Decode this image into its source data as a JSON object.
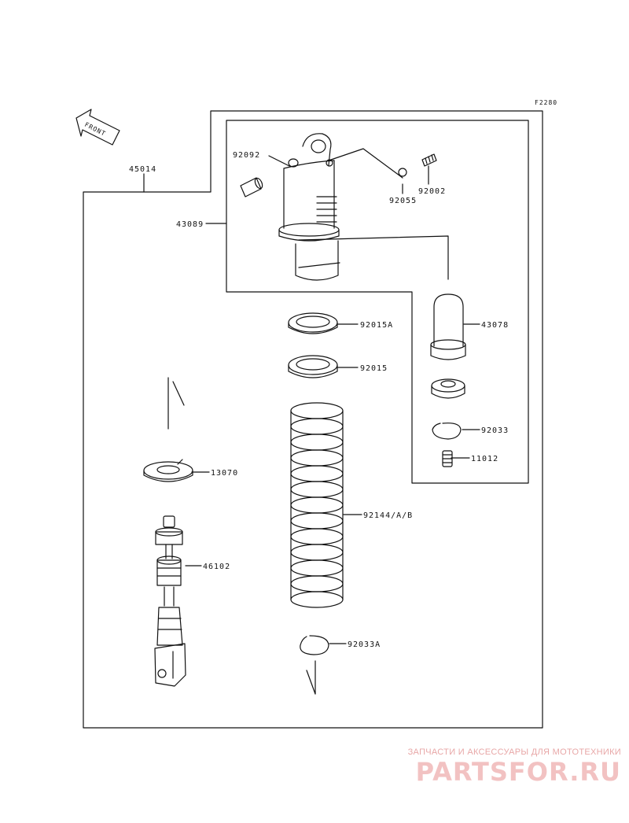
{
  "figure_code": "F2280",
  "front_label": "FRONT",
  "part_labels": {
    "p45014": "45014",
    "p43089": "43089",
    "p92092": "92092",
    "p92055": "92055",
    "p92002": "92002",
    "p92015a": "92015A",
    "p92015": "92015",
    "p43078": "43078",
    "p92033": "92033",
    "p11012": "11012",
    "p13070": "13070",
    "p92144": "92144/A/B",
    "p46102": "46102",
    "p92033a": "92033A"
  },
  "watermark": {
    "tagline": "ЗАПЧАСТИ И АКСЕССУАРЫ ДЛЯ МОТОТЕХНИКИ",
    "logo": "PARTSFOR.RU"
  },
  "colors": {
    "line": "#111111",
    "watermark": "#f2c2c2"
  }
}
